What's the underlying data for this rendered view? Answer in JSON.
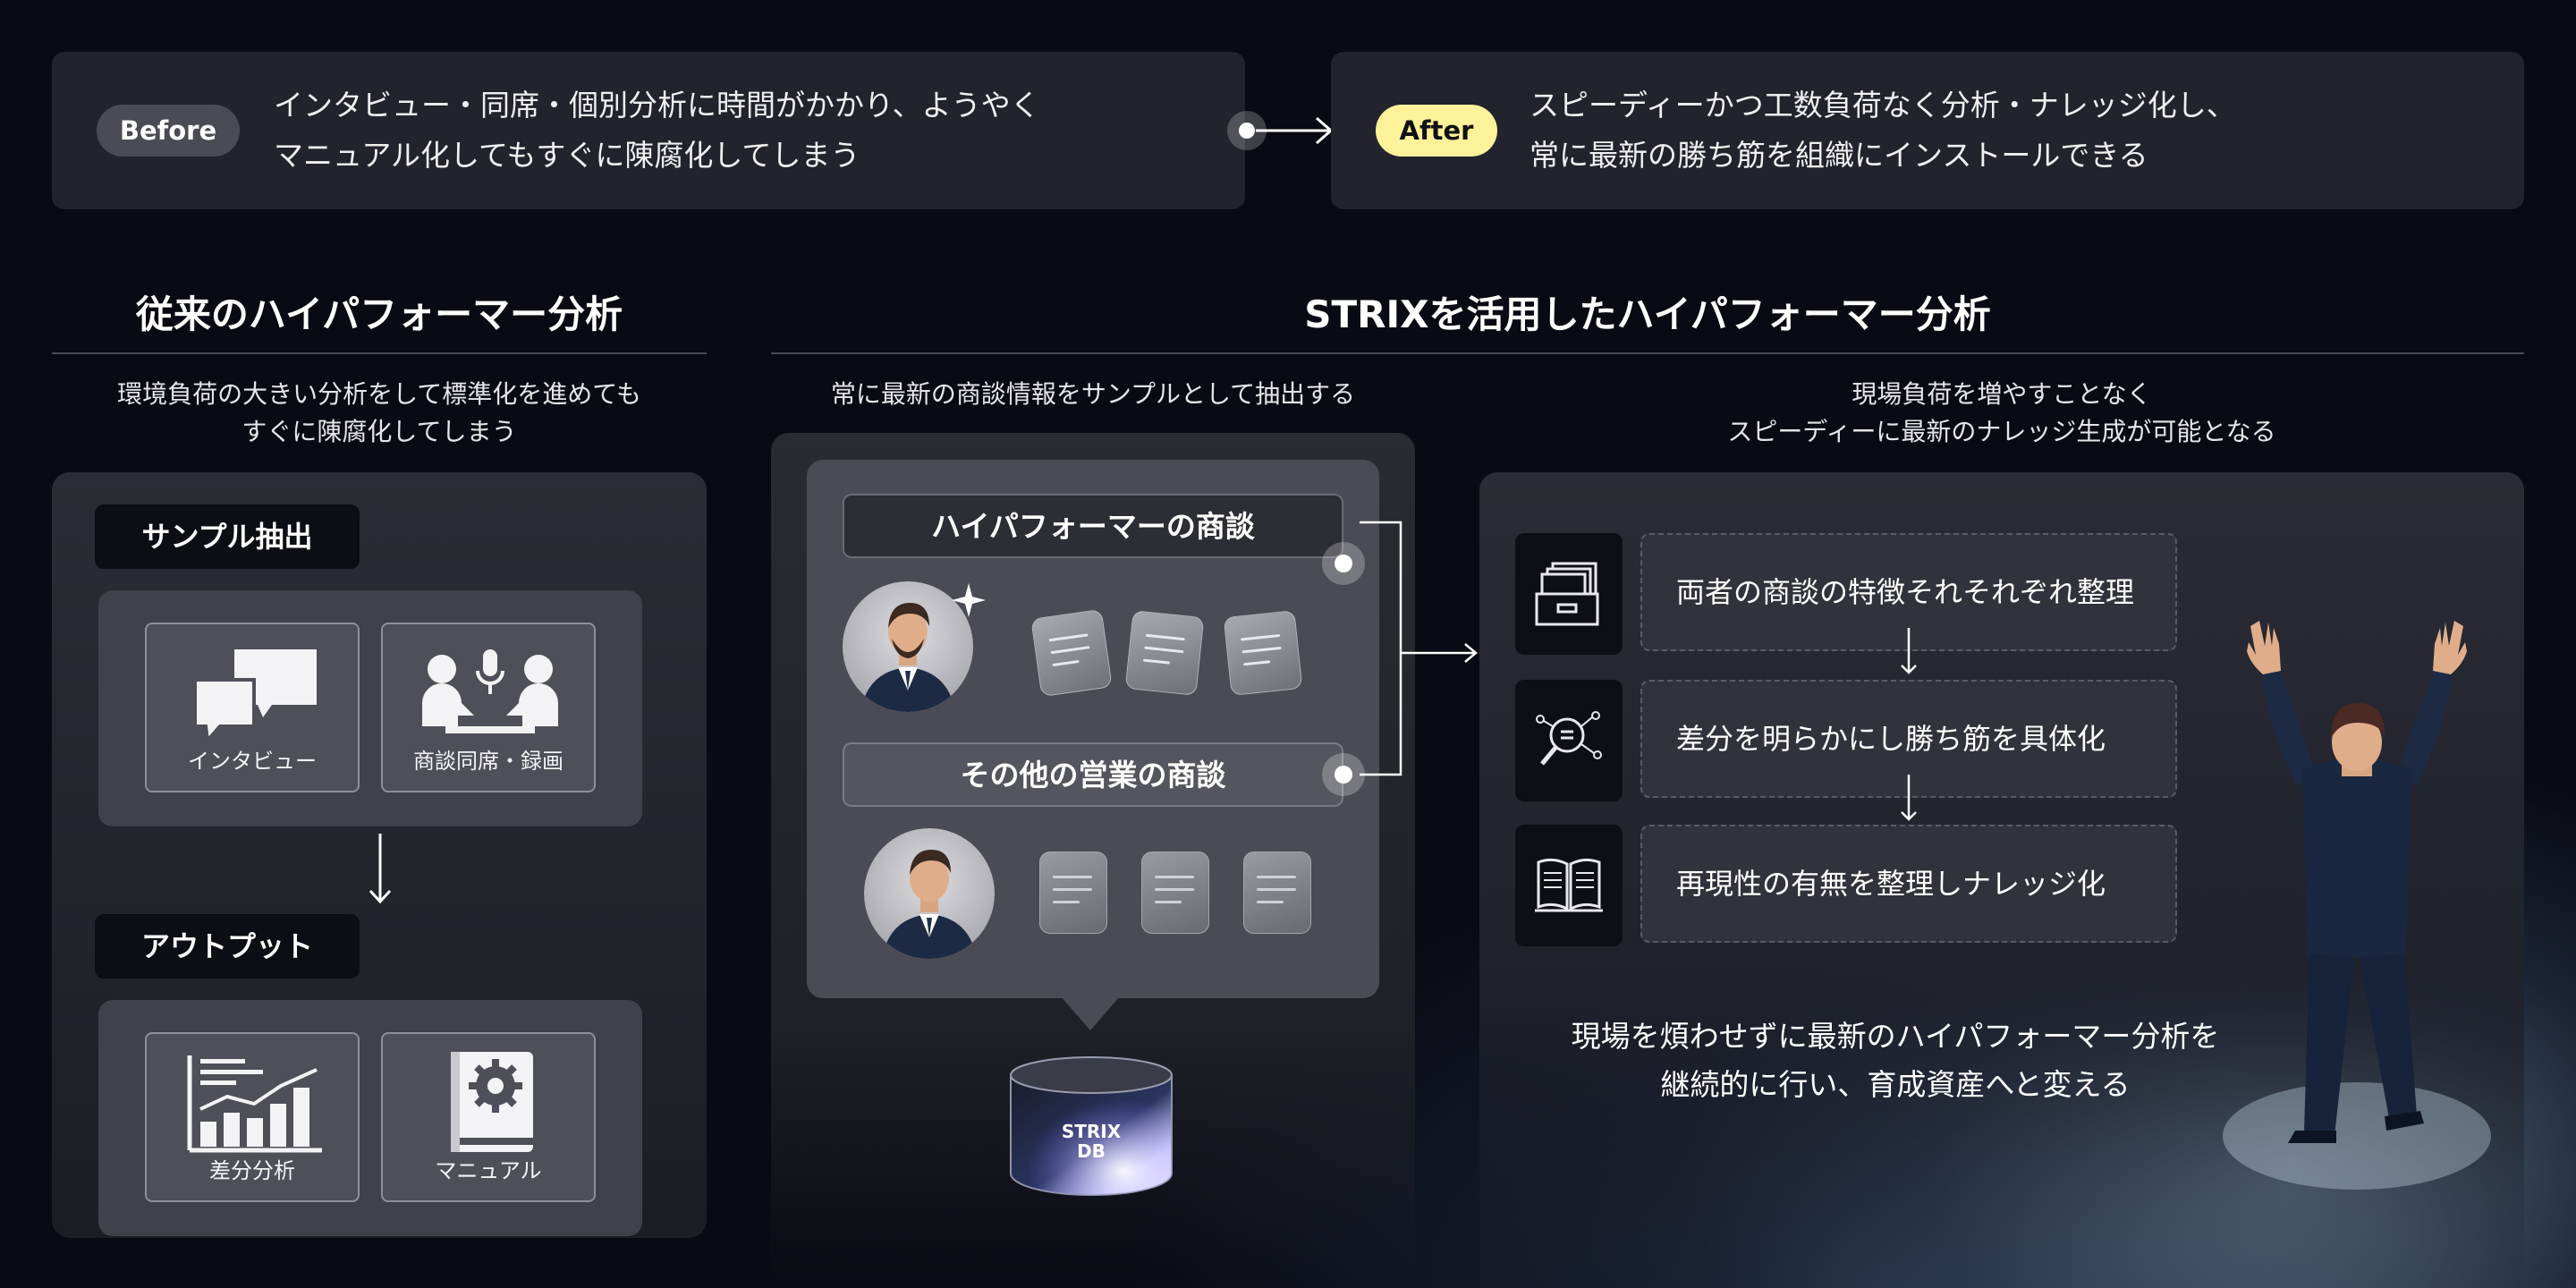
{
  "top_strip": {
    "before": {
      "badge": "Before",
      "text": "インタビュー・同席・個別分析に時間がかかり、ようやく\nマニュアル化してもすぐに陳腐化してしまう"
    },
    "after": {
      "badge": "After",
      "text": "スピーディーかつ工数負荷なく分析・ナレッジ化し、\n常に最新の勝ち筋を組織にインストールできる"
    }
  },
  "left_section": {
    "title": "従来のハイパフォーマー分析",
    "subtitle": "環境負荷の大きい分析をして標準化を進めても\nすぐに陳腐化してしまう",
    "sample_label": "サンプル抽出",
    "sample_items": [
      "インタビュー",
      "商談同席・録画"
    ],
    "output_label": "アウトプット",
    "output_items": [
      "差分分析",
      "マニュアル"
    ]
  },
  "right_section": {
    "title": "STRIXを活用したハイパフォーマー分析",
    "mid_subtitle": "常に最新の商談情報をサンプルとして抽出する",
    "high_performer_meeting": "ハイパフォーマーの商談",
    "other_meeting": "その他の営業の商談",
    "db_label": "STRIX\nDB",
    "right_subtitle": "現場負荷を増やすことなく\nスピーディーに最新のナレッジ生成が可能となる",
    "steps": [
      {
        "icon": "file-drawer-icon",
        "label": "両者の商談の特徴それそれぞれ整理"
      },
      {
        "icon": "magnifier-analysis-icon",
        "label": "差分を明らかにし勝ち筋を具体化"
      },
      {
        "icon": "open-book-icon",
        "label": "再現性の有無を整理しナレッジ化"
      }
    ],
    "closing": "現場を煩わせずに最新のハイパフォーマー分析を\n継続的に行い、育成資産へと変える"
  },
  "colors": {
    "background": "#090a13",
    "panel": "#22232c",
    "after_badge": "#fdf29a",
    "before_badge": "#4a4b55"
  }
}
